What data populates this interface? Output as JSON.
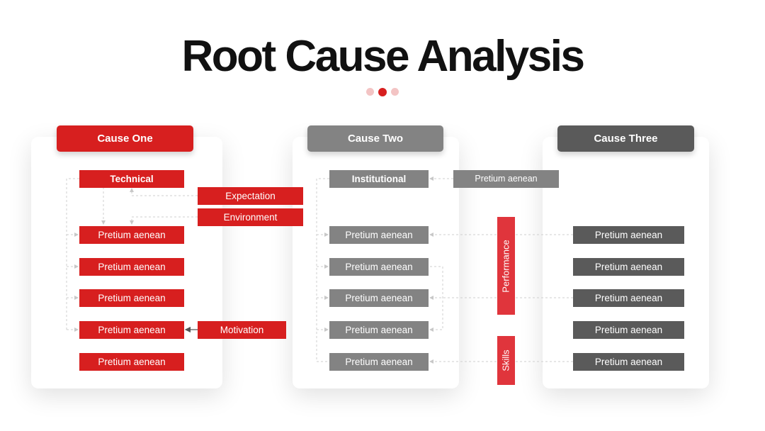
{
  "title": "Root Cause Analysis",
  "colors": {
    "red": "#d71f1f",
    "gray": "#838383",
    "dark": "#5a5a5a",
    "accent": "#e0353c"
  },
  "cause_one": {
    "header": "Cause One",
    "technical": "Technical",
    "expectation": "Expectation",
    "environment": "Environment",
    "motivation": "Motivation",
    "items": [
      "Pretium aenean",
      "Pretium aenean",
      "Pretium aenean",
      "Pretium aenean",
      "Pretium aenean"
    ]
  },
  "cause_two": {
    "header": "Cause Two",
    "institutional": "Institutional",
    "side_label": "Pretium aenean",
    "items": [
      "Pretium aenean",
      "Pretium aenean",
      "Pretium aenean",
      "Pretium aenean",
      "Pretium aenean"
    ]
  },
  "cause_three": {
    "header": "Cause Three",
    "performance": "Performance",
    "skills": "Skills",
    "items": [
      "Pretium aenean",
      "Pretium aenean",
      "Pretium aenean",
      "Pretium aenean",
      "Pretium aenean"
    ]
  }
}
